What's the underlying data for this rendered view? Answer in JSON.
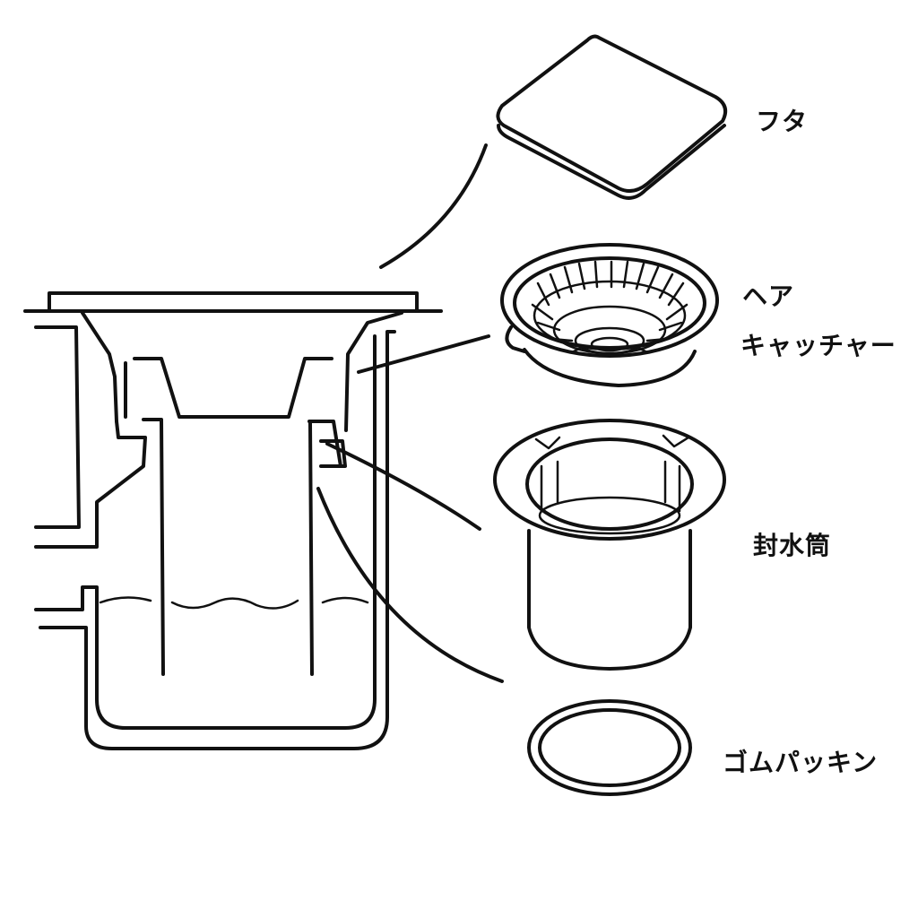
{
  "labels": {
    "lid": "フタ",
    "hair_catcher_line1": "ヘア",
    "hair_catcher_line2": "キャッチャー",
    "trap_cylinder": "封水筒",
    "rubber_gasket": "ゴムパッキン"
  }
}
